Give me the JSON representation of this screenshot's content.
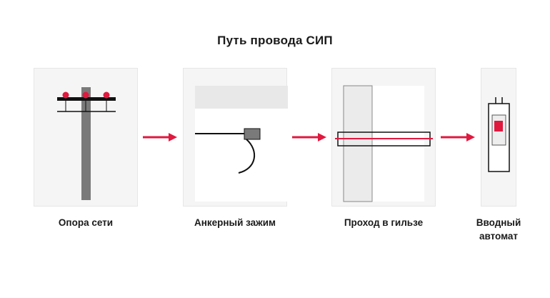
{
  "title": "Путь провода СИП",
  "steps": [
    {
      "label": "Опора сети",
      "icon": "utility-pole-icon"
    },
    {
      "label": "Анкерный зажим",
      "icon": "anchor-clamp-icon"
    },
    {
      "label": "Проход в гильзе",
      "icon": "wall-sleeve-icon"
    },
    {
      "label": "Вводный автомат",
      "label_line1": "Вводный",
      "label_line2": "автомат",
      "icon": "circuit-breaker-icon"
    }
  ],
  "colors": {
    "accent": "#e0193f",
    "panel_bg": "#f5f5f5",
    "panel_border": "#e6e6e6",
    "pole": "#7a7a7a",
    "line": "#111111"
  }
}
